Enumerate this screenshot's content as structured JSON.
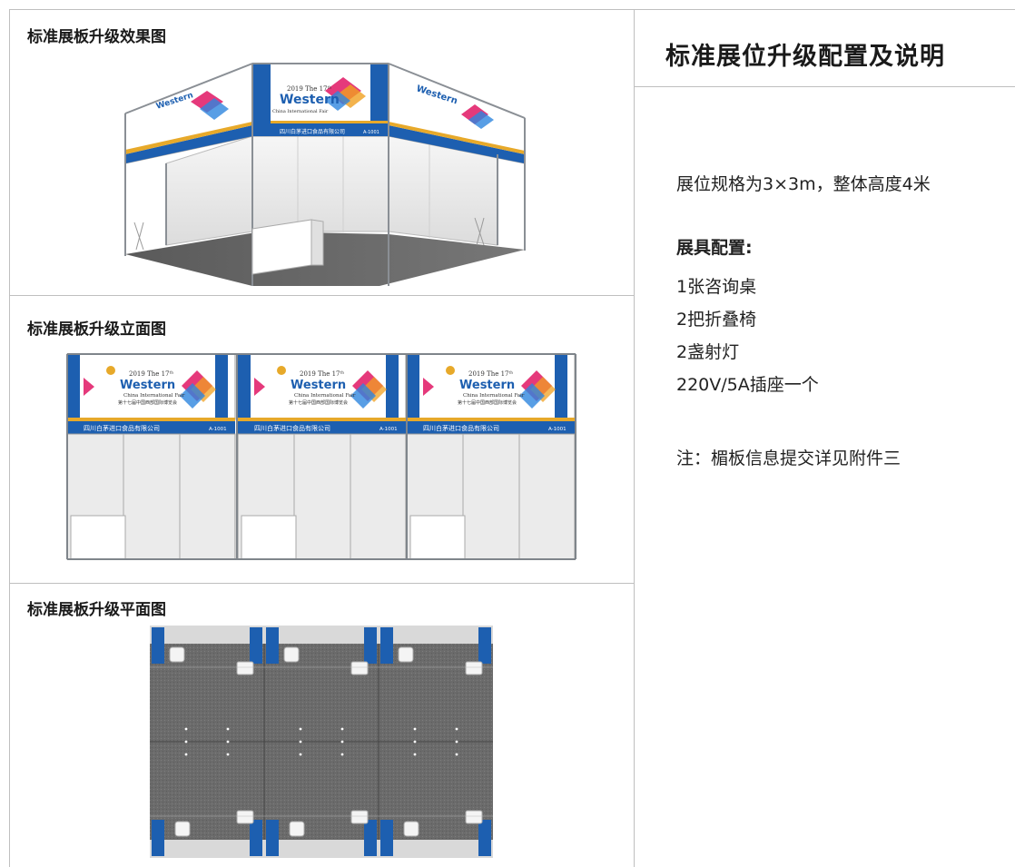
{
  "sections": {
    "effect_title": "标准展板升级效果图",
    "elevation_title": "标准展板升级立面图",
    "plan_title": "标准展板升级平面图"
  },
  "right": {
    "title": "标准展位升级配置及说明",
    "spec": "展位规格为3×3m，整体高度4米",
    "config_heading": "展具配置:",
    "items": [
      "1张咨询桌",
      "2把折叠椅",
      "2盏射灯",
      "220V/5A插座一个"
    ],
    "note": "注：楣板信息提交详见附件三"
  },
  "booth": {
    "year_text": "2019 The 17ᵗʰ",
    "western_text": "Western",
    "sub_en": "China International Fair",
    "sub_cn": "第十七届中国西部国际博览会",
    "company": "四川白茅进口食品有限公司",
    "booth_no": "A-1001"
  },
  "colors": {
    "fascia_blue": "#1d5fb0",
    "fascia_stripe": "#e7a92a",
    "frame": "#8a8f95",
    "wall": "#f2f2f2",
    "carpet": "#6c6c6c"
  }
}
